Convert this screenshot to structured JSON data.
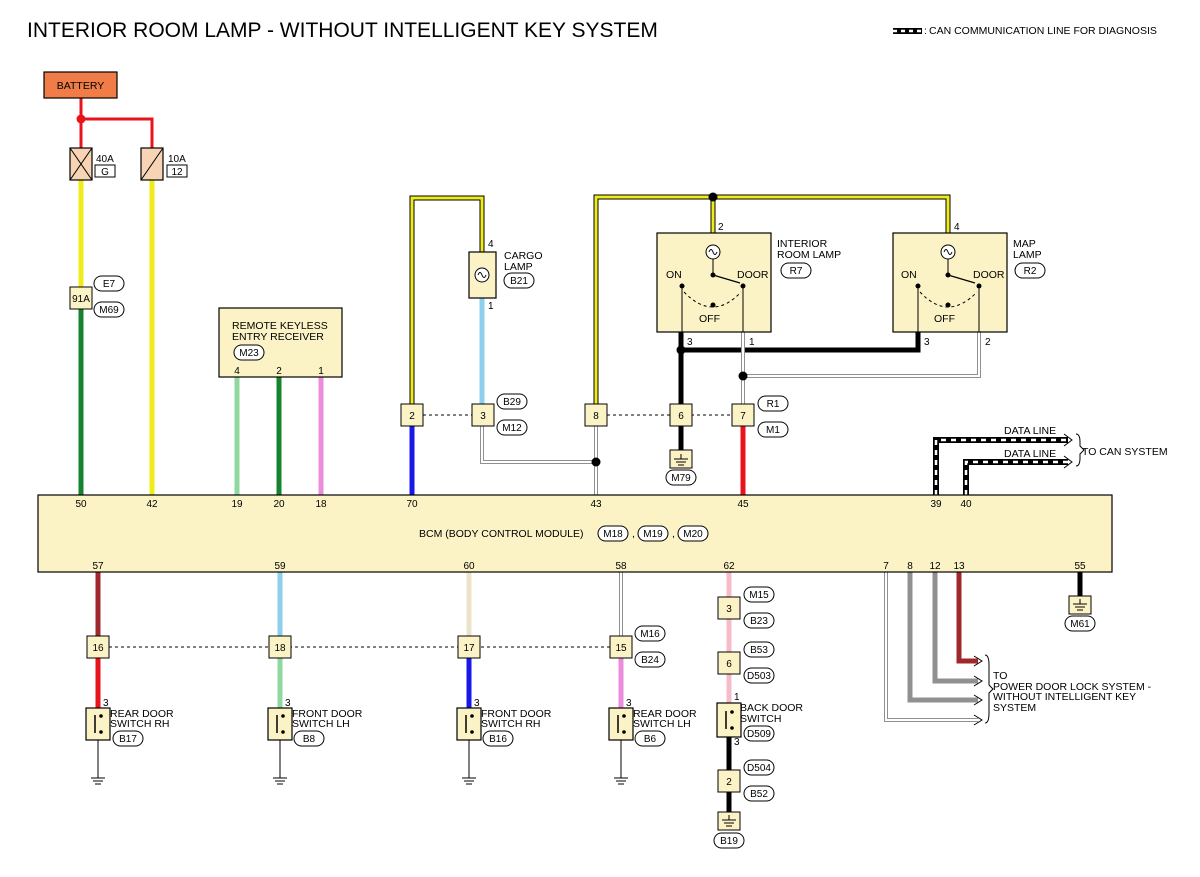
{
  "title": "INTERIOR ROOM LAMP - WITHOUT INTELLIGENT KEY SYSTEM",
  "legend": "CAN COMMUNICATION LINE FOR DIAGNOSIS",
  "battery": "BATTERY",
  "fuse_40a": {
    "rating": "40A",
    "code": "G"
  },
  "fuse_10a": {
    "rating": "10A",
    "code": "12"
  },
  "joint_91a": {
    "label": "91A",
    "connectors": [
      "E7",
      "M69"
    ]
  },
  "keyless": {
    "name": [
      "REMOTE KEYLESS",
      "ENTRY RECEIVER"
    ],
    "connector": "M23",
    "pins": [
      "4",
      "2",
      "1"
    ]
  },
  "cargo_lamp": {
    "name": [
      "CARGO",
      "LAMP"
    ],
    "connector": "B21",
    "pins": [
      "4",
      "1"
    ]
  },
  "interior_lamp": {
    "name": [
      "INTERIOR",
      "ROOM LAMP"
    ],
    "connector": "R7",
    "pins": [
      "2",
      "3",
      "1"
    ],
    "on": "ON",
    "off": "OFF",
    "door": "DOOR"
  },
  "map_lamp": {
    "name": [
      "MAP",
      "LAMP"
    ],
    "connector": "R2",
    "pins": [
      "4",
      "3",
      "2"
    ],
    "on": "ON",
    "off": "OFF",
    "door": "DOOR"
  },
  "inline_top_left": {
    "pins": [
      "2",
      "3"
    ],
    "connectors": [
      "B29",
      "M12"
    ]
  },
  "inline_top_right": {
    "pins": [
      "8",
      "6",
      "7"
    ],
    "connectors": [
      "R1",
      "M1"
    ]
  },
  "ground_m79": "M79",
  "data_lines": [
    "DATA LINE",
    "DATA LINE"
  ],
  "to_can": "TO CAN SYSTEM",
  "bcm": {
    "label": "BCM (BODY CONTROL MODULE)",
    "connectors": [
      "M18",
      "M19",
      "M20"
    ],
    "top_pins": [
      "50",
      "42",
      "19",
      "20",
      "18",
      "70",
      "43",
      "45",
      "39",
      "40"
    ],
    "bottom_pins": [
      "57",
      "59",
      "60",
      "58",
      "62",
      "7",
      "8",
      "12",
      "13",
      "55"
    ]
  },
  "ground_m61": "M61",
  "inline_bottom": {
    "pins": [
      "16",
      "18",
      "17",
      "15"
    ],
    "connectors": [
      "M16",
      "B24"
    ]
  },
  "back_inline_1": {
    "pin": "3",
    "connectors": [
      "M15",
      "B23"
    ]
  },
  "back_inline_2": {
    "pin": "6",
    "connectors": [
      "B53",
      "D503"
    ]
  },
  "back_door_switch": {
    "name": [
      "BACK DOOR",
      "SWITCH"
    ],
    "connector": "D509",
    "pins": [
      "1",
      "3"
    ]
  },
  "back_inline_3": {
    "pin": "2",
    "connectors": [
      "D504",
      "B52"
    ]
  },
  "ground_b19": "B19",
  "door_switches": [
    {
      "name": [
        "REAR DOOR",
        "SWITCH RH"
      ],
      "connector": "B17",
      "pin": "3"
    },
    {
      "name": [
        "FRONT DOOR",
        "SWITCH LH"
      ],
      "connector": "B8",
      "pin": "3"
    },
    {
      "name": [
        "FRONT DOOR",
        "SWITCH RH"
      ],
      "connector": "B16",
      "pin": "3"
    },
    {
      "name": [
        "REAR DOOR",
        "SWITCH LH"
      ],
      "connector": "B6",
      "pin": "3"
    }
  ],
  "power_door_lock": [
    "TO",
    "POWER DOOR LOCK SYSTEM -",
    "WITHOUT INTELLIGENT KEY",
    "SYSTEM"
  ],
  "colors": {
    "yellow": "#f0ec1c",
    "red": "#e8141c",
    "green": "#16842e",
    "light_green": "#8fd8a0",
    "pink": "#ec8cdc",
    "light_blue": "#8ed0ec",
    "blue": "#1818e8",
    "black": "#000000",
    "grey": "#909090",
    "dark_red": "#a0282c",
    "beige": "#ece4c8",
    "light_pink": "#f4bcc8",
    "battery": "#f07c48",
    "box": "#fbf3c6"
  }
}
